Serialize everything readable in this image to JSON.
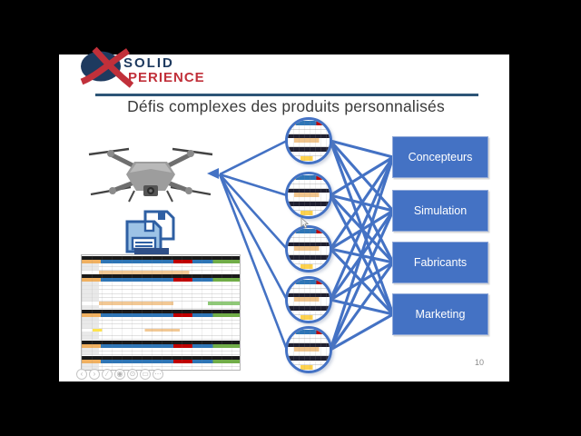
{
  "slide": {
    "title": "Défis complexes des produits personnalisés",
    "page_number": "10"
  },
  "logo": {
    "word_top": "SOLID",
    "word_bottom": "PERIENCE"
  },
  "colors": {
    "accent_blue": "#4472C4",
    "logo_navy": "#1E3A5F",
    "logo_red": "#C1303A",
    "rule_blue": "#2D5577"
  },
  "diagram": {
    "nodes": [
      {
        "name": "config-sheet-1"
      },
      {
        "name": "config-sheet-2"
      },
      {
        "name": "config-sheet-3"
      },
      {
        "name": "config-sheet-4"
      },
      {
        "name": "config-sheet-5"
      }
    ],
    "targets": [
      {
        "label": "Concepteurs"
      },
      {
        "label": "Simulation"
      },
      {
        "label": "Fabricants"
      },
      {
        "label": "Marketing"
      }
    ]
  },
  "spreadsheet": {
    "rows": [
      "section",
      "header",
      "data",
      "data",
      "tan",
      "section",
      "header",
      "data",
      "data",
      "data",
      "data",
      "data",
      "tangreen",
      "data",
      "section",
      "header",
      "data",
      "data",
      "data",
      "yellow",
      "data",
      "data",
      "section",
      "header",
      "data",
      "data",
      "section",
      "header",
      "data",
      "data",
      "orange",
      "data",
      "section"
    ],
    "thumbnail_rows": [
      "header",
      "data",
      "data",
      "section",
      "tan",
      "data",
      "section",
      "data",
      "yellow"
    ]
  },
  "player_controls": {
    "buttons": [
      {
        "name": "previous",
        "glyph": "‹"
      },
      {
        "name": "next",
        "glyph": "›"
      },
      {
        "name": "pen",
        "glyph": "∕"
      },
      {
        "name": "laser-pointer",
        "glyph": "◉"
      },
      {
        "name": "magnifier",
        "glyph": "⊙"
      },
      {
        "name": "screen",
        "glyph": "▭"
      },
      {
        "name": "more",
        "glyph": "⋯"
      }
    ]
  }
}
